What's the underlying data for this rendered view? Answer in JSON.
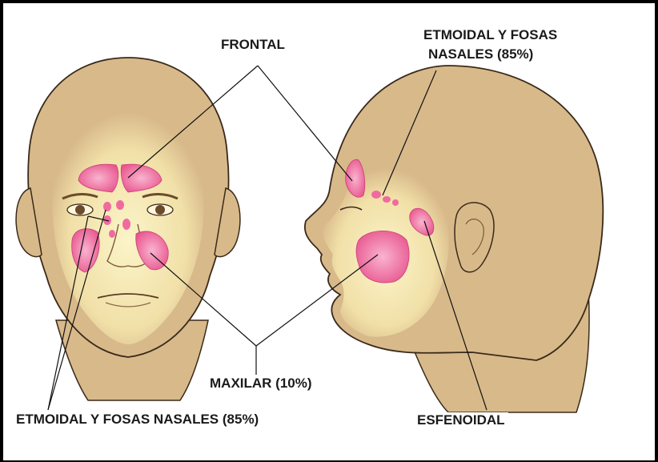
{
  "labels": {
    "frontal": "FRONTAL",
    "etmoidal_right_line1": "ETMOIDAL Y FOSAS",
    "etmoidal_right_line2": "NASALES (85%)",
    "maxilar": "MAXILAR (10%)",
    "etmoidal_left": "ETMOIDAL Y FOSAS NASALES (85%)",
    "esfenoidal": "ESFENOIDAL"
  },
  "colors": {
    "skin": "#d8b98a",
    "skin_light": "#faf2c4",
    "outline": "#3a2a1a",
    "sinus": "#f06aa0",
    "sinus_light": "#f9b4cf",
    "leader_line": "#111111"
  }
}
